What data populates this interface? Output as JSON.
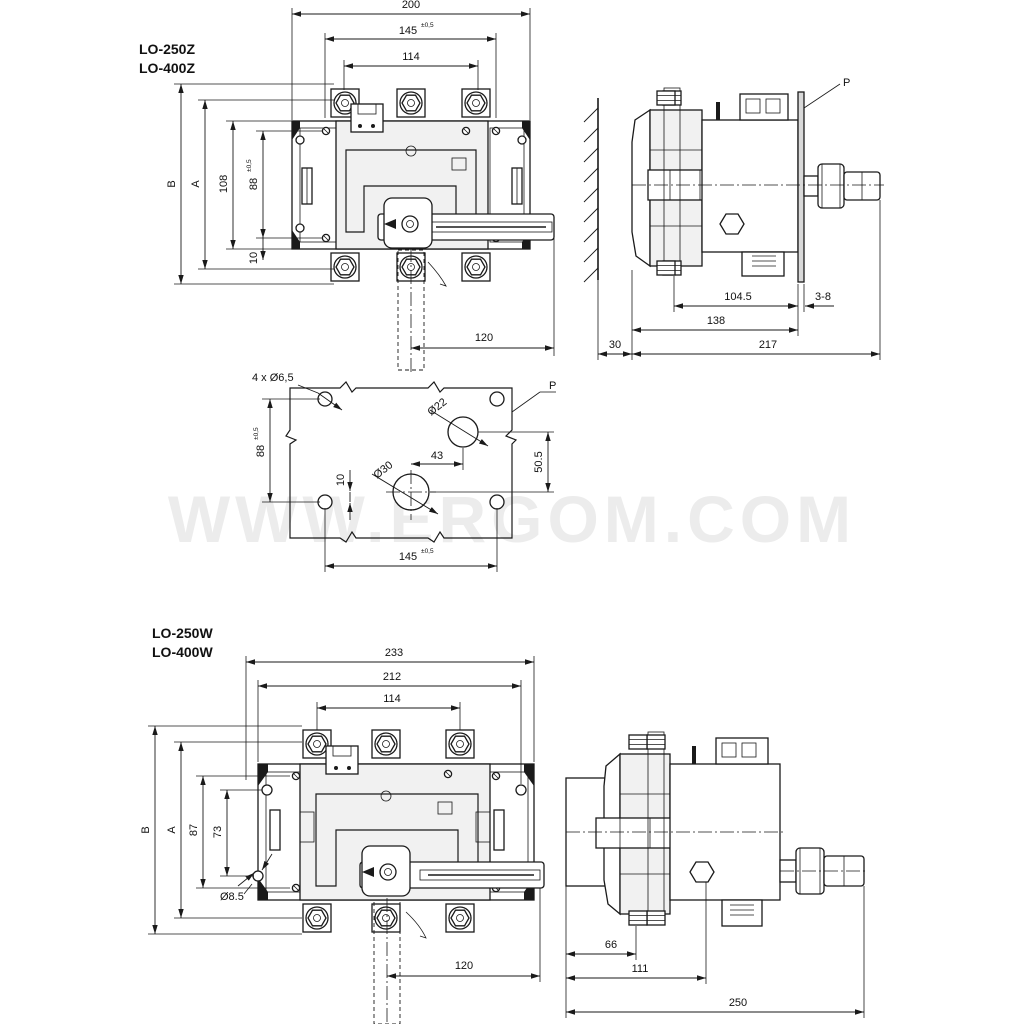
{
  "watermark": "WWW.ERGOM.COM",
  "top": {
    "models": [
      "LO-250Z",
      "LO-400Z"
    ],
    "dims": {
      "w200": "200",
      "w145": "145",
      "w145_tol": "±0,5",
      "w114": "114",
      "hB": "B",
      "hA": "A",
      "h108": "108",
      "h88": "88",
      "h88_tol": "±0,5",
      "h10": "10",
      "w120": "120"
    },
    "side": {
      "label_p": "P",
      "d104": "104.5",
      "d38": "3-8",
      "d138": "138",
      "d30": "30",
      "d217": "217"
    },
    "plate": {
      "holes_label": "4 x Ø6,5",
      "label_p": "P",
      "d22": "Ø22",
      "d30": "Ø30",
      "h88": "88",
      "h88_tol": "±0,5",
      "d43": "43",
      "d505": "50.5",
      "d10": "10",
      "w145": "145",
      "w145_tol": "±0,5"
    }
  },
  "bottom": {
    "models": [
      "LO-250W",
      "LO-400W"
    ],
    "dims": {
      "w233": "233",
      "w212": "212",
      "w114": "114",
      "hB": "B",
      "hA": "A",
      "h87": "87",
      "h73": "73",
      "d85": "Ø8.5",
      "w120": "120"
    },
    "side": {
      "d66": "66",
      "d111": "111",
      "d250": "250"
    }
  }
}
